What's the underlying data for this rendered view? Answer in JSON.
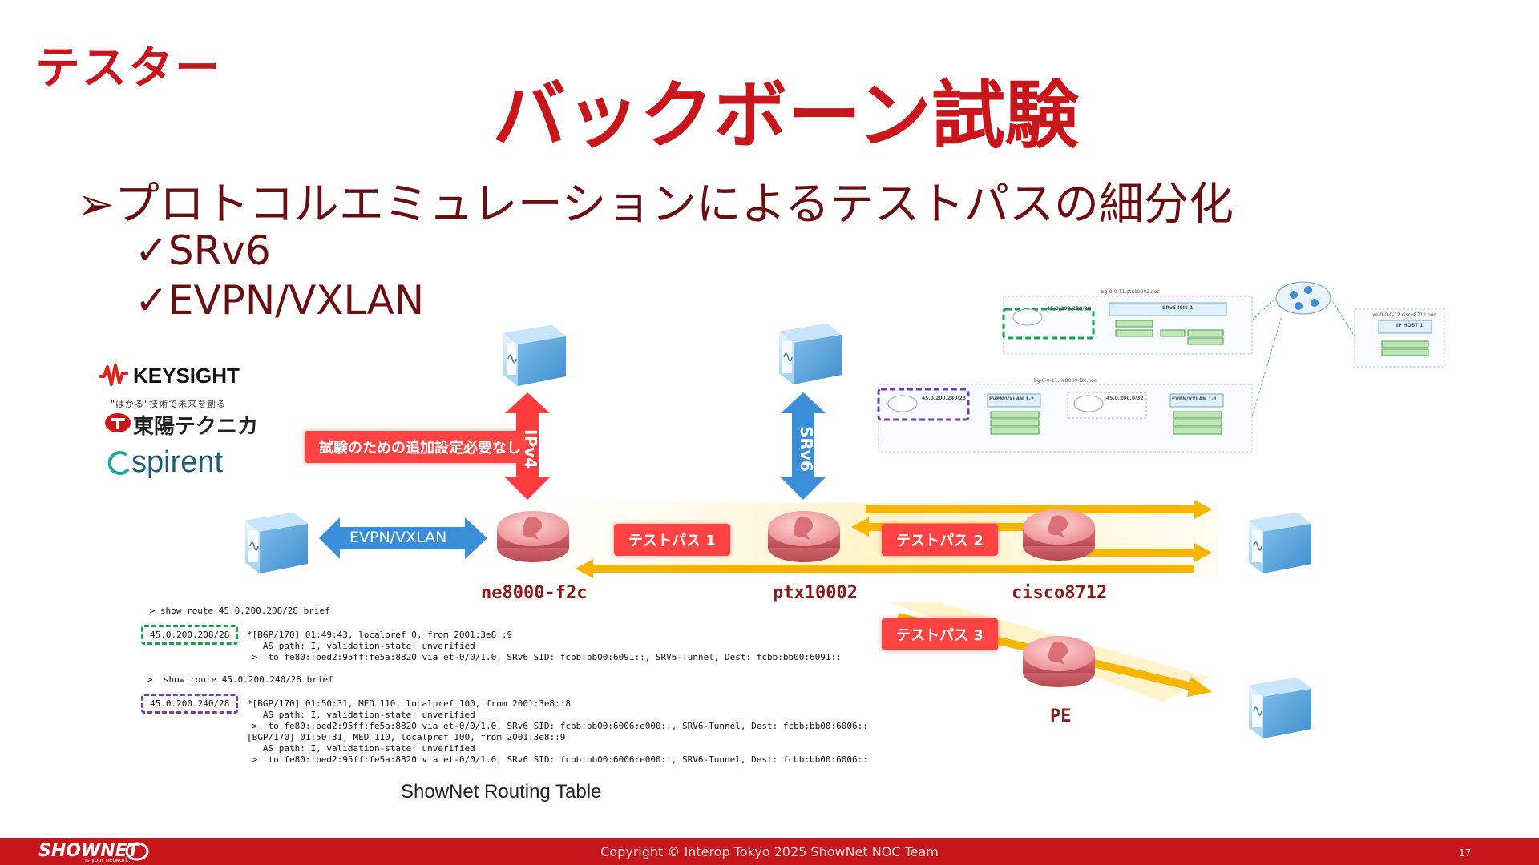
{
  "corner_label": "テスター",
  "title": "バックボーン試験",
  "bullets": {
    "main": "プロトコルエミュレーションによるテストパスの細分化",
    "subs": [
      "SRv6",
      "EVPN/VXLAN"
    ]
  },
  "vendors": {
    "keysight": "KEYSIGHT",
    "toyo_tagline": "\"はかる\"技術で未来を創る",
    "toyo": "東陽テクニカ",
    "spirent": "spirent"
  },
  "diagram": {
    "note": "試験のための追加設定必要なし",
    "ipv4": "IPv4",
    "srv6": "SRv6",
    "evpn": "EVPN/VXLAN",
    "paths": [
      "テストパス 1",
      "テストパス 2",
      "テストパス 3"
    ],
    "nodes": [
      "ne8000-f2c",
      "ptx10002",
      "cisco8712",
      "PE"
    ],
    "colors": {
      "red": "#c8161d",
      "orange": "#f7b500",
      "blue": "#3a8fd8",
      "green": "#17a34a",
      "purple": "#7a3aa8"
    }
  },
  "routing": {
    "cmd1": " > show route 45.0.200.208/28 brief",
    "prefix1": "45.0.200.208/28",
    "lines1": [
      "*[BGP/170] 01:49:43, localpref 0, from 2001:3e8::9",
      "   AS path: I, validation-state: unverified",
      " >  to fe80::bed2:95ff:fe5a:8820 via et-0/0/1.0, SRv6 SID: fcbb:bb00:6091::, SRV6-Tunnel, Dest: fcbb:bb00:6091::"
    ],
    "cmd2": ">  show route 45.0.200.240/28 brief",
    "prefix2": "45.0.200.240/28",
    "lines2": [
      "*[BGP/170] 01:50:31, MED 110, localpref 100, from 2001:3e8::8",
      "   AS path: I, validation-state: unverified",
      " >  to fe80::bed2:95ff:fe5a:8820 via et-0/0/1.0, SRv6 SID: fcbb:bb00:6006:e000::, SRV6-Tunnel, Dest: fcbb:bb00:6006::",
      "[BGP/170] 01:50:31, MED 110, localpref 100, from 2001:3e8::9",
      "   AS path: I, validation-state: unverified",
      " >  to fe80::bed2:95ff:fe5a:8820 via et-0/0/1.0, SRv6 SID: fcbb:bb00:6006:e000::, SRV6-Tunnel, Dest: fcbb:bb00:6006::"
    ],
    "caption": "ShowNet Routing Table"
  },
  "mini_topology": {
    "panel1_title": "bg-0-0-11.ptx10002.noc",
    "panel1_prefix": "45.0.200.208/28",
    "panel1_device": "SRv6 ISIS 1",
    "panel2_title": "bg-0-0-11.ne8000-f2c.noc",
    "panel2_prefix": "45.0.200.240/28",
    "panel2_device_a": "EVPN/VXLAN 1-2",
    "panel2_prefix_b": "45.0.200.0/32",
    "panel2_device_b": "EVPN/VXLAN 1-1",
    "panel3_title": "xe-0-0-0-12.cisco8712.noc",
    "panel3_device": "IP HOST 1"
  },
  "footer": {
    "brand": "SHOWNET",
    "tagline": "is your network.",
    "copyright": "Copyright © Interop Tokyo 2025 ShowNet NOC Team",
    "page": "17"
  }
}
